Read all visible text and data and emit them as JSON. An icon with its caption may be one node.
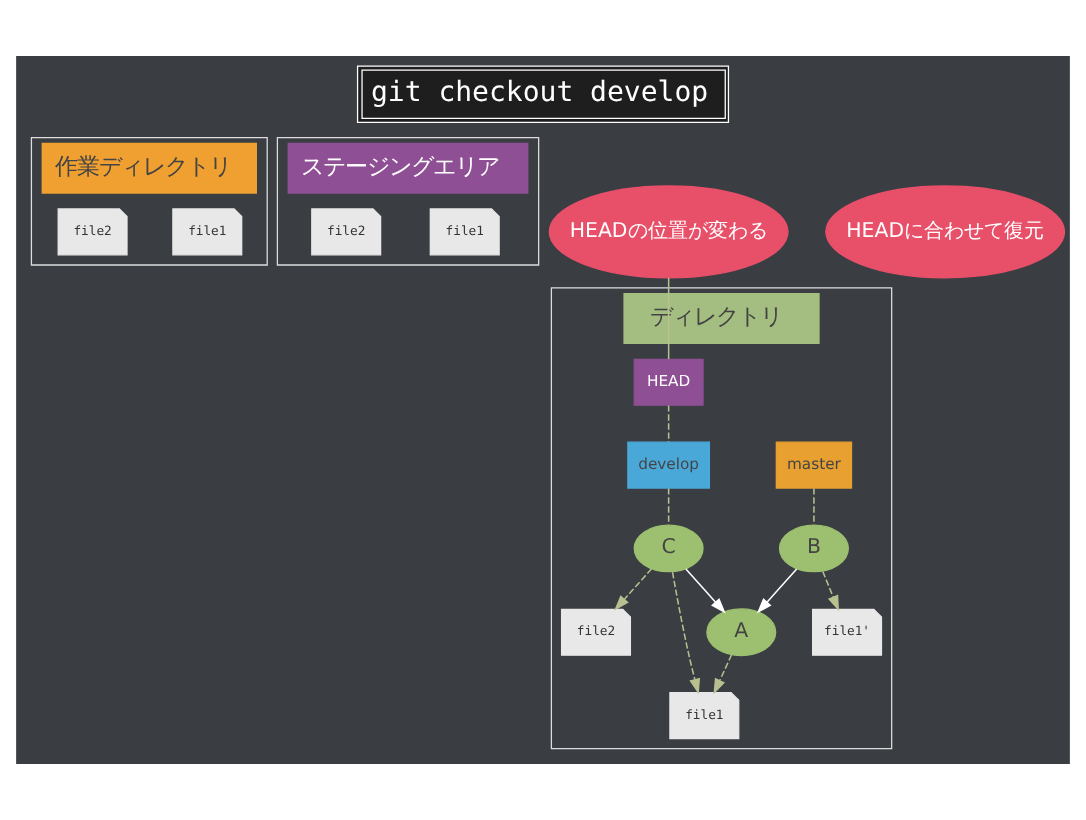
{
  "diagram": {
    "title": "git checkout develop",
    "nodes": [
      {
        "text": [
          "作業ディレクトリ"
        ]
      },
      {
        "text": [
          "ステージングエリア"
        ]
      },
      {
        "text": [
          "ディレクトリ"
        ]
      },
      {
        "text": [
          "file1"
        ],
        "in": 0
      },
      {
        "text": [
          "file2"
        ],
        "in": 0
      },
      {
        "text": [
          "file1"
        ],
        "in": 1
      },
      {
        "text": [
          "file2"
        ],
        "in": 1
      },
      {
        "text": [
          "HEADに合わせて復元"
        ]
      },
      {
        "text": [
          "HEADの位置が変わる"
        ]
      },
      {
        "text": [
          "master"
        ],
        "in": 2
      },
      {
        "text": [
          "HEAD"
        ],
        "in": 2
      },
      {
        "text": [
          "A"
        ],
        "in": 2
      },
      {
        "text": [
          "B"
        ],
        "in": 2
      },
      {
        "text": [
          "develop"
        ],
        "in": 2
      },
      {
        "text": [
          "C"
        ],
        "in": 2
      },
      {
        "text": [
          "file1"
        ],
        "in": 2
      },
      {
        "text": [
          "file1'"
        ],
        "in": 2
      },
      {
        "text": [
          "file2"
        ],
        "in": 2
      }
    ],
    "edges": [
      {
        "from": 12,
        "to": 11,
        "arrow": "to",
        "color": "#ffffff"
      },
      {
        "from": 14,
        "to": 11,
        "arrow": "to",
        "color": "#ffffff"
      },
      {
        "from": 9,
        "to": 12,
        "arrow": "none",
        "style": "dashed"
      },
      {
        "from": 10,
        "to": 13,
        "arrow": "none",
        "style": "dashed"
      },
      {
        "from": 13,
        "to": 14,
        "arrow": "none",
        "style": "dashed"
      },
      {
        "from": 11,
        "to": 15,
        "arrow": "to",
        "style": "dashed"
      },
      {
        "from": 14,
        "to": 15,
        "arrow": "to",
        "style": "dashed"
      },
      {
        "from": 12,
        "to": 16,
        "arrow": "to",
        "style": "dashed"
      },
      {
        "from": 14,
        "to": 17,
        "arrow": "to",
        "style": "dashed"
      },
      {
        "from": 8,
        "to": 10,
        "arrow": "none"
      }
    ]
  }
}
